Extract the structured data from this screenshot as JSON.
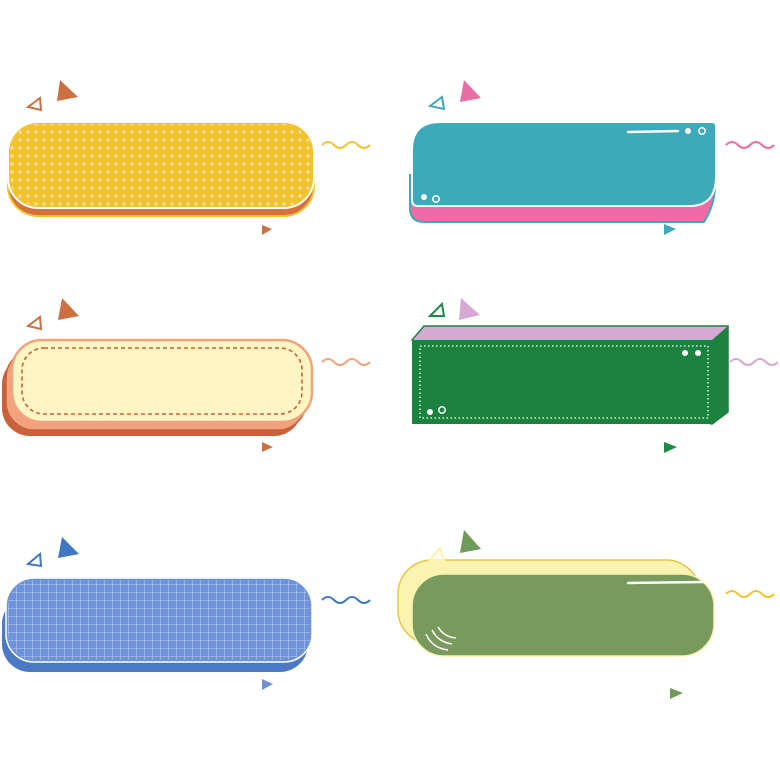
{
  "colors": {
    "yellow": "#f2c22f",
    "yellow_shadow": "#d7703f",
    "teal": "#3daab9",
    "pink": "#ef6aa6",
    "cream": "#fdf5c4",
    "peach": "#f2a27c",
    "rust": "#c9623a",
    "green_dark": "#1c8240",
    "lavender": "#d6a8d3",
    "blue": "#6f93db",
    "blue_dark": "#4a7ac6",
    "olive": "#789a5c",
    "pale_yellow": "#fbf3b0",
    "triangle_orange": "#cc6f42",
    "triangle_pink": "#e86ea4",
    "triangle_blue": "#3f77c2",
    "triangle_green": "#1d8a45",
    "triangle_olive": "#6f9a58"
  },
  "panels": [
    {
      "name": "yellow-dotted-panel",
      "style": "dots"
    },
    {
      "name": "teal-panel",
      "style": "teal"
    },
    {
      "name": "cream-dashed-panel",
      "style": "dashed"
    },
    {
      "name": "green-board-panel",
      "style": "board"
    },
    {
      "name": "blue-grid-panel",
      "style": "grid"
    },
    {
      "name": "olive-glossy-panel",
      "style": "glossy"
    }
  ]
}
